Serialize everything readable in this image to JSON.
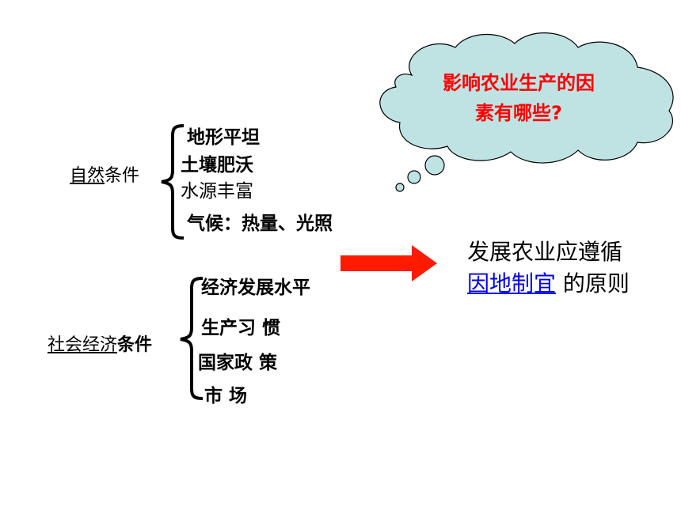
{
  "cloud": {
    "line1": "影响农业生产的因",
    "line2": "素有哪些?"
  },
  "natural": {
    "label_a": "自然",
    "label_b": "条件",
    "items": [
      "地形平坦",
      "土壤肥沃",
      "水源丰富",
      "气候：热量、光照"
    ]
  },
  "social": {
    "label_a": "社会经济",
    "label_b": "条件",
    "items": [
      "经济发展水平",
      "生产习 惯",
      "国家政 策",
      "市 场"
    ]
  },
  "conclusion": {
    "line1": "发展农业应遵循",
    "link": "因地制宜",
    "suffix": " 的原则"
  },
  "colors": {
    "cloud_fill": "#bfe3e3",
    "arrow_fill": "#ff1a00",
    "cloud_text": "#ff0000",
    "link": "#0000ee"
  }
}
